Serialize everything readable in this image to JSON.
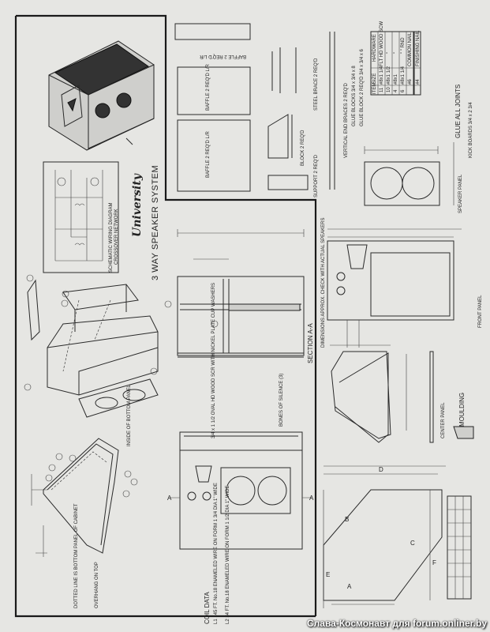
{
  "title": {
    "logo": "University",
    "main": "3 WAY SPEAKER SYSTEM",
    "schematic_line1": "SCHEMATIC WIRING DIAGRAM",
    "schematic_line2": "CROSSOVER NETWORK"
  },
  "parts": {
    "baffle_strip": "BAFFLE 2 REQ'D L/R",
    "baffle_upper": "BAFFLE 2 REQ'D L/R",
    "baffle_lower": "BAFFLE 2 REQ'D L/R",
    "steel_brace": "STEEL BRACE 2 REQ'D",
    "block": "BLOCK 2 REQ'D",
    "support": "SUPPORT 2 REQ'D",
    "vertical_end_braces": "VERTICAL END BRACES 2 REQ'D",
    "glue_blocks": "GLUE BLOCKS 3/4 x 3/4 x 8",
    "glue_block_2": "GLUE BLOCK 2 REQ'D 3/4 x 3/4 x 6",
    "glue_all_joints": "GLUE ALL JOINTS",
    "kick_boards": "KICK BOARDS 3/4 x 2 3/4",
    "speaker_panel": "SPEAKER PANEL",
    "front_panel": "FRONT PANEL",
    "center_panel": "CENTER PANEL",
    "moulding": "MOULDING",
    "section": "SECTION A-A",
    "dimensions_note": "DIMENSIONS APPROX. CHECK WITH ACTUAL SPEAKERS",
    "oval_head_note": "3/4 x 1 1/2 OVAL HD WOOD SCR WITH NICKEL PLATE CUP WASHERS",
    "bones_note": "BONES OF SILENCE (3)",
    "dotted_line_note": "DOTTED LINE IS BOTTOM PANEL OF CABINET",
    "inside_bottom_note": "INSIDE OF BOTTOM PANEL",
    "overhang_note": "OVERHANG ON TOP",
    "section_marker": "A"
  },
  "hardware_table": {
    "headers": [
      "ITEM",
      "SIZE",
      "HARDWARE"
    ],
    "rows": [
      [
        "11",
        "#8x1 1/4",
        "FLT HD WOOD SCW"
      ],
      [
        "10",
        "#8x1 1/2",
        "\""
      ],
      [
        "4",
        "#8x1",
        "\""
      ],
      [
        "6",
        "#8x1 1/4",
        "\"  \" RND"
      ],
      [
        "",
        "#6",
        "COMMON NAIL"
      ],
      [
        "",
        "#4",
        "FINISHING NAIL"
      ]
    ]
  },
  "coil_data": {
    "title": "COIL DATA",
    "line1": "L1 145 FT. No.18 ENAMELED WIRE ON FORM 1 3/4 DIA 1\" WIDE",
    "line2": "L2 34 FT. No.18 ENAMELED WIRE ON FORM 1 1/2 DIA 1\" WIDE"
  },
  "bottom_labels": [
    "A",
    "B",
    "C",
    "D",
    "E",
    "F"
  ],
  "watermark": "Слава-Космонавт для forum.onliner.by"
}
